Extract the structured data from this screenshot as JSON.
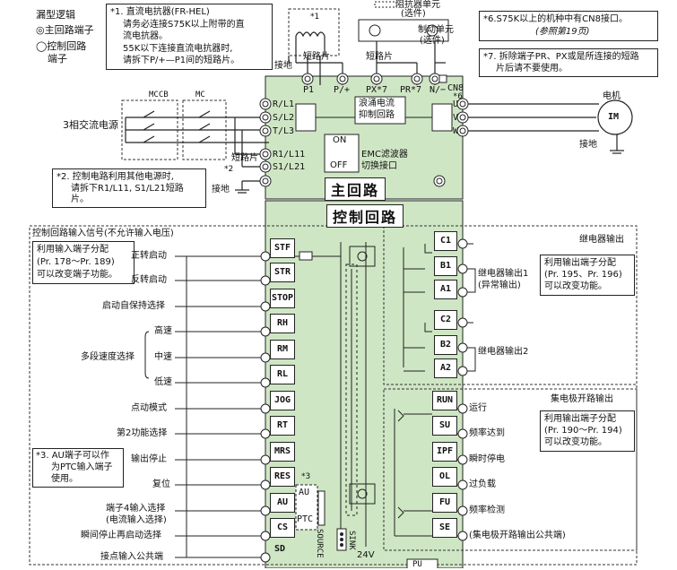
{
  "legend": {
    "title": "漏型逻辑",
    "main_terminal": "◎主回路端子",
    "control_terminal_line1": "◯控制回路",
    "control_terminal_line2": "端子"
  },
  "note1": {
    "line1": "*1. 直流电抗器(FR-HEL)",
    "line2": "请务必连接S75K以上附带的直",
    "line3": "流电抗器。",
    "line4": "55K以下连接直流电抗器时,",
    "line5": "请拆下P/+—P1间的短路片。"
  },
  "note2": {
    "line1": "*2. 控制电路利用其他电源时,",
    "line2": "请拆下R1/L11, S1/L21短路",
    "line3": "片。"
  },
  "note3": {
    "line1": "*3. AU端子可以作",
    "line2": "为PTC输入端子",
    "line3": "使用。"
  },
  "note6": {
    "line1": "*6.S75K以上的机种中有CN8接口。",
    "line2": "(参照第19页)"
  },
  "note7": {
    "line1": "*7. 拆除端子PR、PX或是所连接的短路",
    "line2": "片后请不要使用。"
  },
  "top": {
    "brake_resistor": "阻抗器单元",
    "brake_resistor_sub": "(选件)",
    "brake_unit": "制动单元",
    "brake_unit_sub": "(选件)",
    "star1": "*1",
    "ground": "接地",
    "jumper1": "短路片",
    "jumper2": "短路片"
  },
  "main_circuit": {
    "title": "主回路",
    "input_label": "3相交流电源",
    "mccb": "MCCB",
    "mc": "MC",
    "jumper": "短路片",
    "star2": "*2",
    "ground": "接地",
    "terminals": {
      "p1": "P1",
      "p": "P/+",
      "px": "PX*7",
      "pr": "PR*7",
      "n": "N/−",
      "cn8": "CN8",
      "cn8_star": "*6",
      "r": "R/L1",
      "s": "S/L2",
      "t": "T/L3",
      "r1": "R1/L11",
      "s1": "S1/L21",
      "u": "U",
      "v": "V",
      "w": "W"
    },
    "inrush_line1": "浪涌电流",
    "inrush_line2": "抑制回路",
    "emc_on": "ON",
    "emc_off": "OFF",
    "emc_line1": "EMC滤波器",
    "emc_line2": "切换接口"
  },
  "motor": {
    "label": "电机",
    "symbol": "IM",
    "ground": "接地"
  },
  "control_circuit": {
    "title": "控制回路",
    "input_header": "控制回路输入信号(不允许输入电压)",
    "func_assign_line1": "利用输入端子分配",
    "func_assign_line2": "(Pr. 178～Pr. 189)",
    "func_assign_line3": "可以改变端子功能。",
    "inputs": [
      {
        "label": "正转启动",
        "term": "STF"
      },
      {
        "label": "反转启动",
        "term": "STR"
      },
      {
        "label": "启动自保持选择",
        "term": "STOP"
      },
      {
        "label": "高速",
        "term": "RH"
      },
      {
        "label": "中速",
        "term": "RM"
      },
      {
        "label": "低速",
        "term": "RL"
      },
      {
        "label": "点动模式",
        "term": "JOG"
      },
      {
        "label": "第2功能选择",
        "term": "RT"
      },
      {
        "label": "输出停止",
        "term": "MRS"
      },
      {
        "label": "复位",
        "term": "RES"
      },
      {
        "label": "端子4输入选择",
        "term": "AU"
      },
      {
        "label": "瞬间停止再启动选择",
        "term": "CS"
      },
      {
        "label": "接点输入公共端",
        "term": "SD"
      }
    ],
    "multi_speed": "多段速度选择",
    "au_sub": "(电流输入选择)",
    "au_box": "AU",
    "ptc_box": "PTC",
    "star3": "*3",
    "source": "SOURCE",
    "sink": "SINK",
    "v24": "24V",
    "pu": "PU"
  },
  "relay": {
    "header": "继电器输出",
    "terms1": [
      "C1",
      "B1",
      "A1"
    ],
    "terms2": [
      "C2",
      "B2",
      "A2"
    ],
    "relay1_line1": "继电器输出1",
    "relay1_line2": "(异常输出)",
    "relay2": "继电器输出2",
    "assign_line1": "利用输出端子分配",
    "assign_line2": "(Pr. 195、Pr. 196)",
    "assign_line3": "可以改变功能。"
  },
  "oc": {
    "header": "集电极开路输出",
    "assign_line1": "利用输出端子分配",
    "assign_line2": "(Pr. 190～Pr. 194)",
    "assign_line3": "可以改变功能。",
    "outputs": [
      {
        "term": "RUN",
        "label": "运行"
      },
      {
        "term": "SU",
        "label": "频率达到"
      },
      {
        "term": "IPF",
        "label": "瞬时停电"
      },
      {
        "term": "OL",
        "label": "过负载"
      },
      {
        "term": "FU",
        "label": "频率检测"
      },
      {
        "term": "SE",
        "label": "(集电极开路输出公共端)"
      }
    ]
  }
}
